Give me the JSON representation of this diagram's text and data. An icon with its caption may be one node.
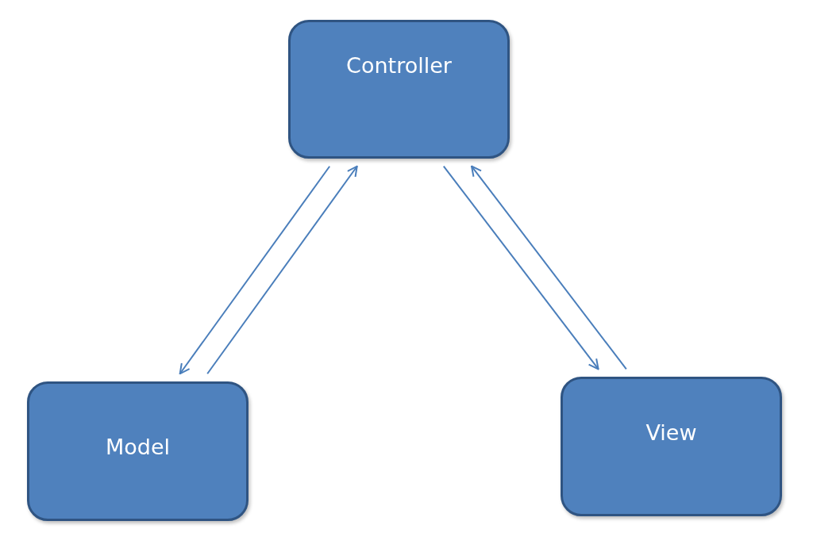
{
  "diagram": {
    "nodes": [
      {
        "text": [
          "Controller"
        ]
      },
      {
        "text": [
          "Model"
        ]
      },
      {
        "text": [
          "View"
        ]
      }
    ],
    "edges": [
      {
        "from": 1,
        "to": 0,
        "arrow": "to"
      },
      {
        "from": 0,
        "to": 1,
        "arrow": "to"
      },
      {
        "from": 0,
        "to": 2,
        "arrow": "to"
      },
      {
        "from": 2,
        "to": 0,
        "arrow": "to"
      }
    ]
  }
}
